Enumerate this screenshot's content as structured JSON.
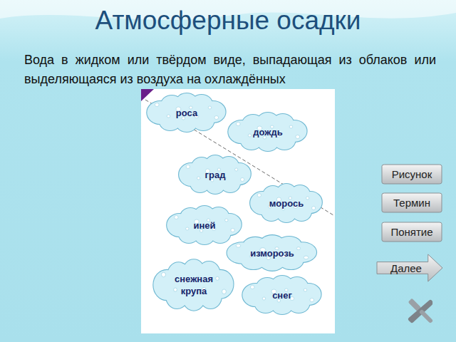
{
  "diagram": {
    "title": "Атмосферные осадки",
    "nodes": [
      {
        "text": [
          "роса"
        ]
      },
      {
        "text": [
          "дождь"
        ]
      },
      {
        "text": [
          "град"
        ]
      },
      {
        "text": [
          "морось"
        ]
      },
      {
        "text": [
          "иней"
        ]
      },
      {
        "text": [
          "изморозь"
        ]
      },
      {
        "text": [
          "снежная крупа"
        ]
      },
      {
        "text": [
          "снег"
        ]
      },
      {
        "text": [
          "Рисунок"
        ]
      },
      {
        "text": [
          "Термин"
        ]
      },
      {
        "text": [
          "Понятие"
        ]
      },
      {
        "text": [
          "Далее"
        ]
      }
    ],
    "labels": [
      "Вода в жидком или твёрдом виде, выпадающая из облаков или выделяющаяся из воздуха на охлаждённых"
    ]
  }
}
